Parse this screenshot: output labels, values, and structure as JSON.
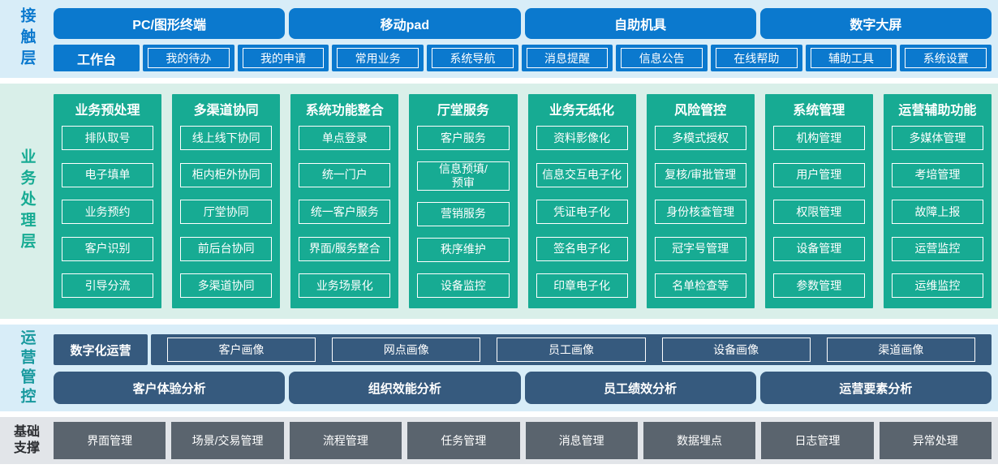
{
  "layers": {
    "contact": {
      "label": "接触层",
      "terminals": [
        "PC/图形终端",
        "移动pad",
        "自助机具",
        "数字大屏"
      ],
      "workbench_label": "工作台",
      "workbench_items": [
        "我的待办",
        "我的申请",
        "常用业务",
        "系统导航",
        "消息提醒",
        "信息公告",
        "在线帮助",
        "辅助工具",
        "系统设置"
      ]
    },
    "business": {
      "label": "业务处理层",
      "columns": [
        {
          "title": "业务预处理",
          "items": [
            "排队取号",
            "电子填单",
            "业务预约",
            "客户识别",
            "引导分流"
          ]
        },
        {
          "title": "多渠道协同",
          "items": [
            "线上线下协同",
            "柜内柜外协同",
            "厅堂协同",
            "前后台协同",
            "多渠道协同"
          ]
        },
        {
          "title": "系统功能整合",
          "items": [
            "单点登录",
            "统一门户",
            "统一客户服务",
            "界面/服务整合",
            "业务场景化"
          ]
        },
        {
          "title": "厅堂服务",
          "items": [
            "客户服务",
            "信息预填/\n预审",
            "营销服务",
            "秩序维护",
            "设备监控"
          ]
        },
        {
          "title": "业务无纸化",
          "items": [
            "资料影像化",
            "信息交互电子化",
            "凭证电子化",
            "签名电子化",
            "印章电子化"
          ]
        },
        {
          "title": "风险管控",
          "items": [
            "多模式授权",
            "复核/审批管理",
            "身份核查管理",
            "冠字号管理",
            "名单检查等"
          ]
        },
        {
          "title": "系统管理",
          "items": [
            "机构管理",
            "用户管理",
            "权限管理",
            "设备管理",
            "参数管理"
          ]
        },
        {
          "title": "运营辅助功能",
          "items": [
            "多媒体管理",
            "考培管理",
            "故障上报",
            "运营监控",
            "运维监控"
          ]
        }
      ]
    },
    "operation": {
      "label": "运营管控",
      "digital_label": "数字化运营",
      "portraits": [
        "客户画像",
        "网点画像",
        "员工画像",
        "设备画像",
        "渠道画像"
      ],
      "analysis": [
        "客户体验分析",
        "组织效能分析",
        "员工绩效分析",
        "运营要素分析"
      ]
    },
    "foundation": {
      "label": "基础支撑",
      "items": [
        "界面管理",
        "场景/交易管理",
        "流程管理",
        "任务管理",
        "消息管理",
        "数据埋点",
        "日志管理",
        "异常处理"
      ]
    }
  },
  "colors": {
    "primary_blue": "#0b79ce",
    "teal_green": "#17ab93",
    "dark_steel_blue": "#365a7e",
    "slate_gray": "#5a646e",
    "contact_bg": "#d8edf8",
    "business_bg": "#d9efe9",
    "operation_bg": "#d8edf8",
    "foundation_bg": "#e2e5e9",
    "operation_label_color": "#18999e",
    "foundation_label_color": "#2b2d31"
  }
}
